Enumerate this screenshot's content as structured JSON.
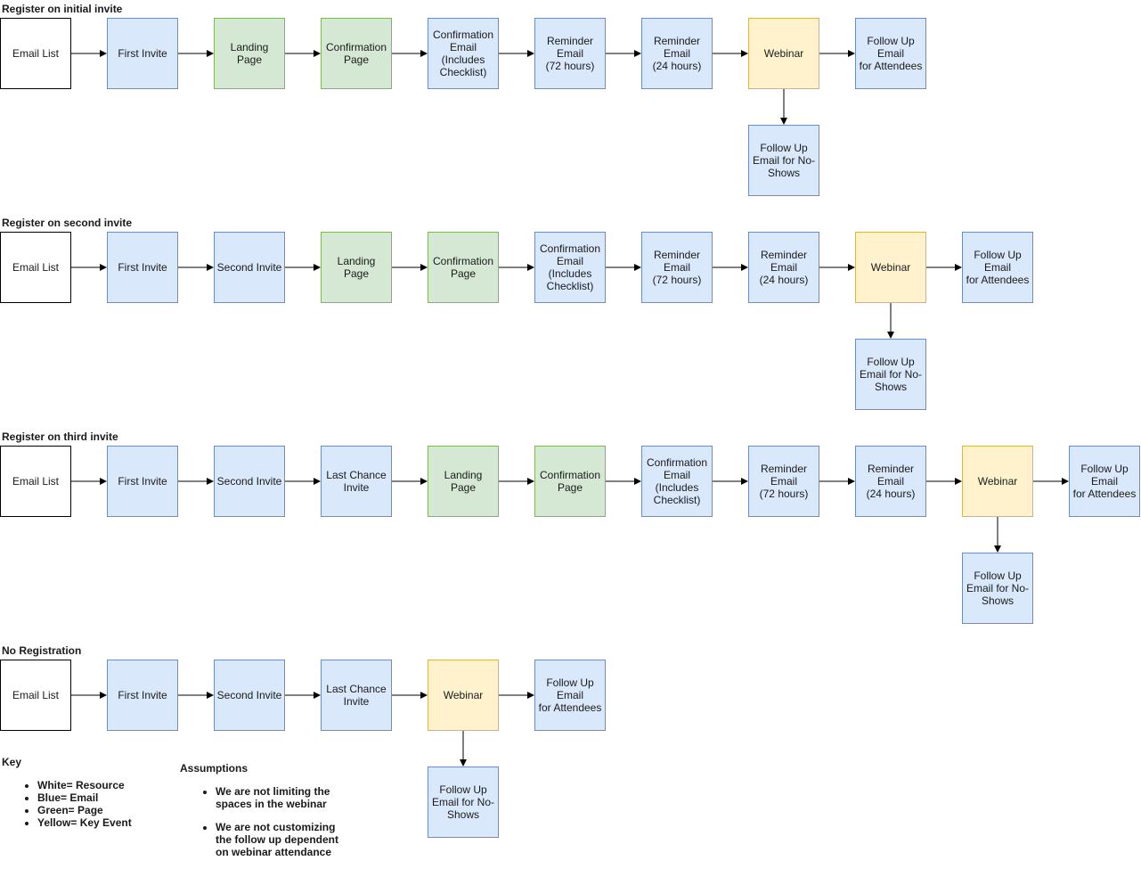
{
  "rows": [
    {
      "title": "Register on initial invite",
      "nodes": [
        {
          "label": "Email List",
          "kind": "resource"
        },
        {
          "label": "First Invite",
          "kind": "email"
        },
        {
          "label": "Landing Page",
          "kind": "page"
        },
        {
          "label": "Confirmation\nPage",
          "kind": "page"
        },
        {
          "label": "Confirmation\nEmail\n(Includes\nChecklist)",
          "kind": "email"
        },
        {
          "label": "Reminder\nEmail\n(72 hours)",
          "kind": "email"
        },
        {
          "label": "Reminder\nEmail\n(24 hours)",
          "kind": "email"
        },
        {
          "label": "Webinar",
          "kind": "event"
        },
        {
          "label": "Follow Up\nEmail\nfor Attendees",
          "kind": "email"
        }
      ],
      "branch": {
        "label": "Follow Up\nEmail for No-\nShows",
        "kind": "email"
      }
    },
    {
      "title": "Register on second invite",
      "nodes": [
        {
          "label": "Email List",
          "kind": "resource"
        },
        {
          "label": "First Invite",
          "kind": "email"
        },
        {
          "label": "Second Invite",
          "kind": "email"
        },
        {
          "label": "Landing Page",
          "kind": "page"
        },
        {
          "label": "Confirmation\nPage",
          "kind": "page"
        },
        {
          "label": "Confirmation\nEmail\n(Includes\nChecklist)",
          "kind": "email"
        },
        {
          "label": "Reminder\nEmail\n(72 hours)",
          "kind": "email"
        },
        {
          "label": "Reminder\nEmail\n(24 hours)",
          "kind": "email"
        },
        {
          "label": "Webinar",
          "kind": "event"
        },
        {
          "label": "Follow Up\nEmail\nfor Attendees",
          "kind": "email"
        }
      ],
      "branch": {
        "label": "Follow Up\nEmail for No-\nShows",
        "kind": "email"
      }
    },
    {
      "title": "Register on third invite",
      "nodes": [
        {
          "label": "Email List",
          "kind": "resource"
        },
        {
          "label": "First Invite",
          "kind": "email"
        },
        {
          "label": "Second Invite",
          "kind": "email"
        },
        {
          "label": "Last Chance\nInvite",
          "kind": "email"
        },
        {
          "label": "Landing Page",
          "kind": "page"
        },
        {
          "label": "Confirmation\nPage",
          "kind": "page"
        },
        {
          "label": "Confirmation\nEmail\n(Includes\nChecklist)",
          "kind": "email"
        },
        {
          "label": "Reminder\nEmail\n(72 hours)",
          "kind": "email"
        },
        {
          "label": "Reminder\nEmail\n(24 hours)",
          "kind": "email"
        },
        {
          "label": "Webinar",
          "kind": "event"
        },
        {
          "label": "Follow Up\nEmail\nfor Attendees",
          "kind": "email"
        }
      ],
      "branch": {
        "label": "Follow Up\nEmail for No-\nShows",
        "kind": "email"
      }
    },
    {
      "title": "No Registration",
      "nodes": [
        {
          "label": "Email List",
          "kind": "resource"
        },
        {
          "label": "First Invite",
          "kind": "email"
        },
        {
          "label": "Second Invite",
          "kind": "email"
        },
        {
          "label": "Last Chance\nInvite",
          "kind": "email"
        },
        {
          "label": "Webinar",
          "kind": "event"
        },
        {
          "label": "Follow Up\nEmail\nfor Attendees",
          "kind": "email"
        }
      ],
      "branch": {
        "label": "Follow Up\nEmail for No-\nShows",
        "kind": "email"
      }
    }
  ],
  "key": {
    "title": "Key",
    "items": [
      "White= Resource",
      "Blue= Email",
      "Green= Page",
      "Yellow= Key Event"
    ]
  },
  "assumptions": {
    "title": "Assumptions",
    "items": [
      "We are not limiting the spaces in the webinar",
      "We are not customizing the follow up dependent on webinar attendance"
    ]
  }
}
